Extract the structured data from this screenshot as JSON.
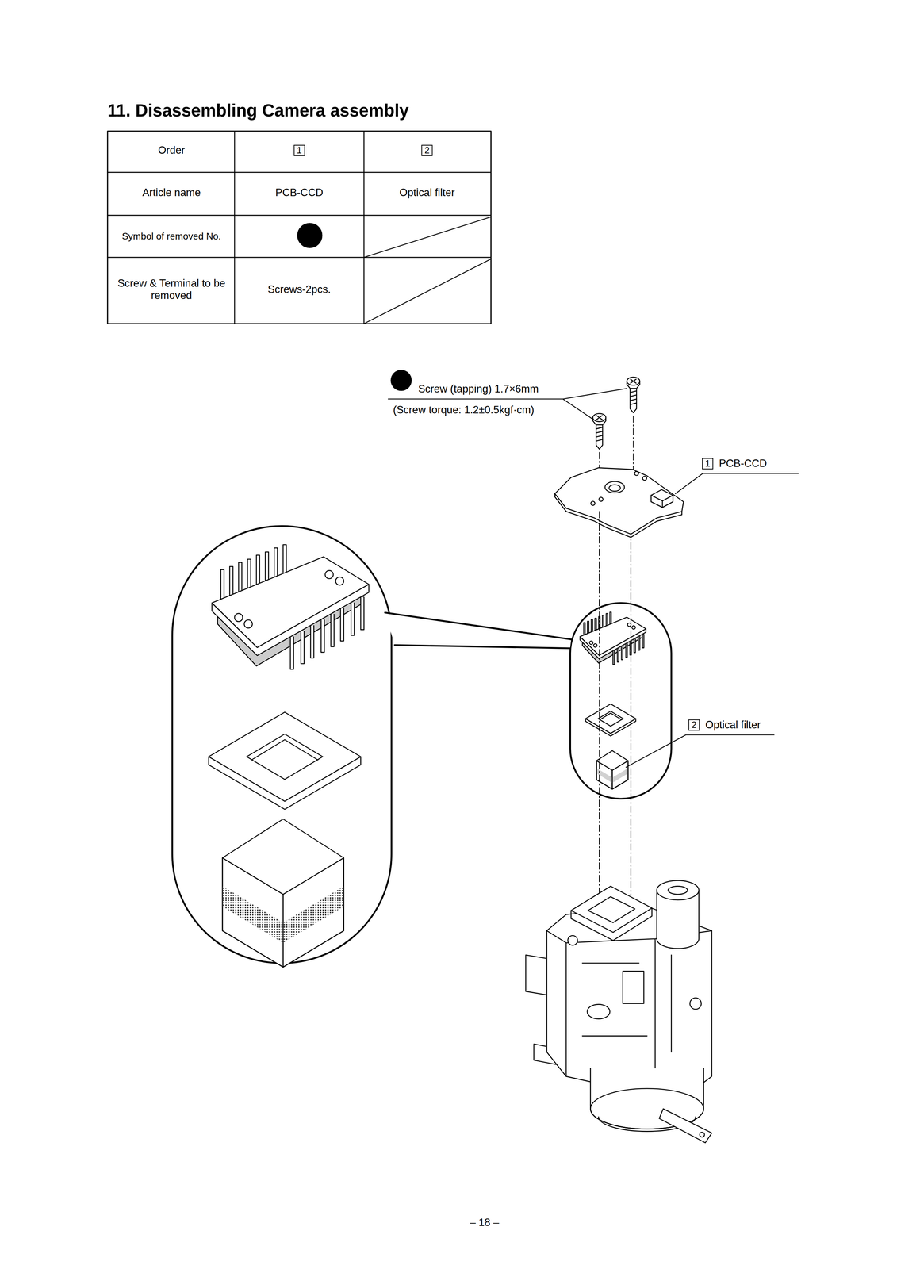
{
  "diagram": {
    "title": "11. Disassembling Camera assembly",
    "nodes": [
      {
        "text": [
          "1"
        ]
      },
      {
        "text": [
          "2"
        ]
      },
      {
        "text": [
          "1"
        ]
      },
      {
        "text": [
          "2"
        ]
      }
    ],
    "labels": [
      "Order",
      "Article name",
      "PCB-CCD",
      "Optical filter",
      "Symbol of removed No.",
      "Screw & Terminal to be removed",
      "Screws-2pcs.",
      "Screw (tapping) 1.7×6mm",
      "(Screw torque: 1.2±0.5kgf·cm)",
      "PCB-CCD",
      "Optical filter",
      "– 18 –"
    ]
  }
}
